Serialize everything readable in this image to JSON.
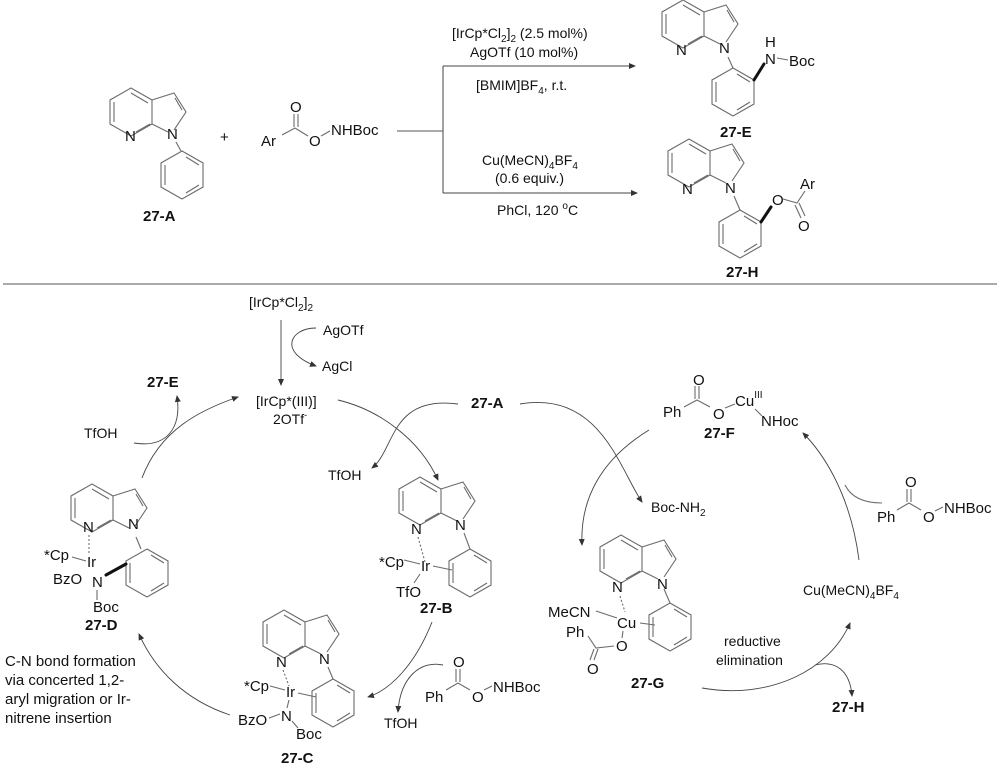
{
  "top_scheme": {
    "reactant_a": {
      "label": "27-A",
      "atoms": {
        "n_pyridine": "N",
        "n_pyrrole": "N"
      }
    },
    "plus": "+",
    "reagent": {
      "ar": "Ar",
      "carbonyl_o": "O",
      "ester_o": "O",
      "nh": "NHBoc"
    },
    "route_ir": {
      "line1_main": "[IrCp*Cl",
      "line1_sub1": "2",
      "line1_mid": "]",
      "line1_sub2": "2",
      "line1_tail": "  (2.5 mol%)",
      "line2": "AgOTf (10 mol%)",
      "line3_main": "[BMIM]BF",
      "line3_sub": "4",
      "line3_tail": ", r.t."
    },
    "route_cu": {
      "line1_main": "Cu(MeCN)",
      "line1_sub1": "4",
      "line1_mid": "BF",
      "line1_sub2": "4",
      "line2": "(0.6 equiv.)",
      "line3_main": "PhCl, 120 ",
      "line3_sup": "o",
      "line3_tail": "C"
    },
    "product_e": {
      "label": "27-E",
      "h": "H",
      "n": "N",
      "boc": "Boc",
      "n_pyridine": "N",
      "n_pyrrole": "N"
    },
    "product_h": {
      "label": "27-H",
      "o": "O",
      "ar": "Ar",
      "carbonyl_o": "O",
      "n_pyridine": "N",
      "n_pyrrole": "N"
    }
  },
  "ir_cycle": {
    "precatalyst_main": "[IrCp*Cl",
    "precatalyst_sub1": "2",
    "precatalyst_mid": "]",
    "precatalyst_sub2": "2",
    "agotf": "AgOTf",
    "agcl": "AgCl",
    "active_line1": "[IrCp*(III)]",
    "active_line2": "2OTf",
    "active_sup": "-",
    "substrate": "27-A",
    "tfoh_1": "TfOH",
    "tfoh_2": "TfOH",
    "tfoh_3": "TfOH",
    "product_out": "27-E",
    "int_b": {
      "label": "27-B",
      "cp": "*Cp",
      "ir": "Ir",
      "tfo": "TfO",
      "n1": "N",
      "n2": "N"
    },
    "int_c": {
      "label": "27-C",
      "cp": "*Cp",
      "ir": "Ir",
      "bzo": "BzO",
      "n": "N",
      "boc": "Boc",
      "n1": "N",
      "n2": "N"
    },
    "int_d": {
      "label": "27-D",
      "cp": "*Cp",
      "ir": "Ir",
      "bzo": "BzO",
      "n": "N",
      "boc": "Boc",
      "n1": "N",
      "n2": "N"
    },
    "reagent": {
      "ph": "Ph",
      "carbonyl_o": "O",
      "ester_o": "O",
      "nh": "NHBoc"
    },
    "note": [
      "C-N bond formation",
      "via concerted 1,2-",
      "aryl migration or Ir-",
      "nitrene insertion"
    ]
  },
  "cu_cycle": {
    "int_f": {
      "label": "27-F",
      "ph": "Ph",
      "carbonyl_o": "O",
      "ester_o": "O",
      "cu": "Cu",
      "cu_sup": "III",
      "nh": "NHoc"
    },
    "boc_nh2_main": "Boc-NH",
    "boc_nh2_sub": "2",
    "reagent": {
      "ph": "Ph",
      "carbonyl_o": "O",
      "ester_o": "O",
      "nh": "NHBoc"
    },
    "catalyst_main": "Cu(MeCN)",
    "catalyst_sub1": "4",
    "catalyst_mid": "BF",
    "catalyst_sub2": "4",
    "int_g": {
      "label": "27-G",
      "mecn": "MeCN",
      "cu": "Cu",
      "ph": "Ph",
      "o": "O",
      "carbonyl_o": "O",
      "n1": "N",
      "n2": "N"
    },
    "step_label": [
      "reductive",
      "elimination"
    ],
    "product_out": "27-H"
  }
}
